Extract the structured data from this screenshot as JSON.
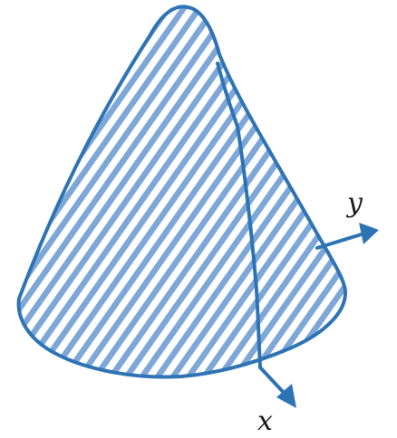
{
  "figure": {
    "colors": {
      "outline": "#2e74b5",
      "hatch": "#7ea7d8",
      "background": "#ffffff"
    },
    "axes": {
      "x_label": "x",
      "y_label": "y"
    },
    "fill_pattern": "diagonal-hatch"
  }
}
